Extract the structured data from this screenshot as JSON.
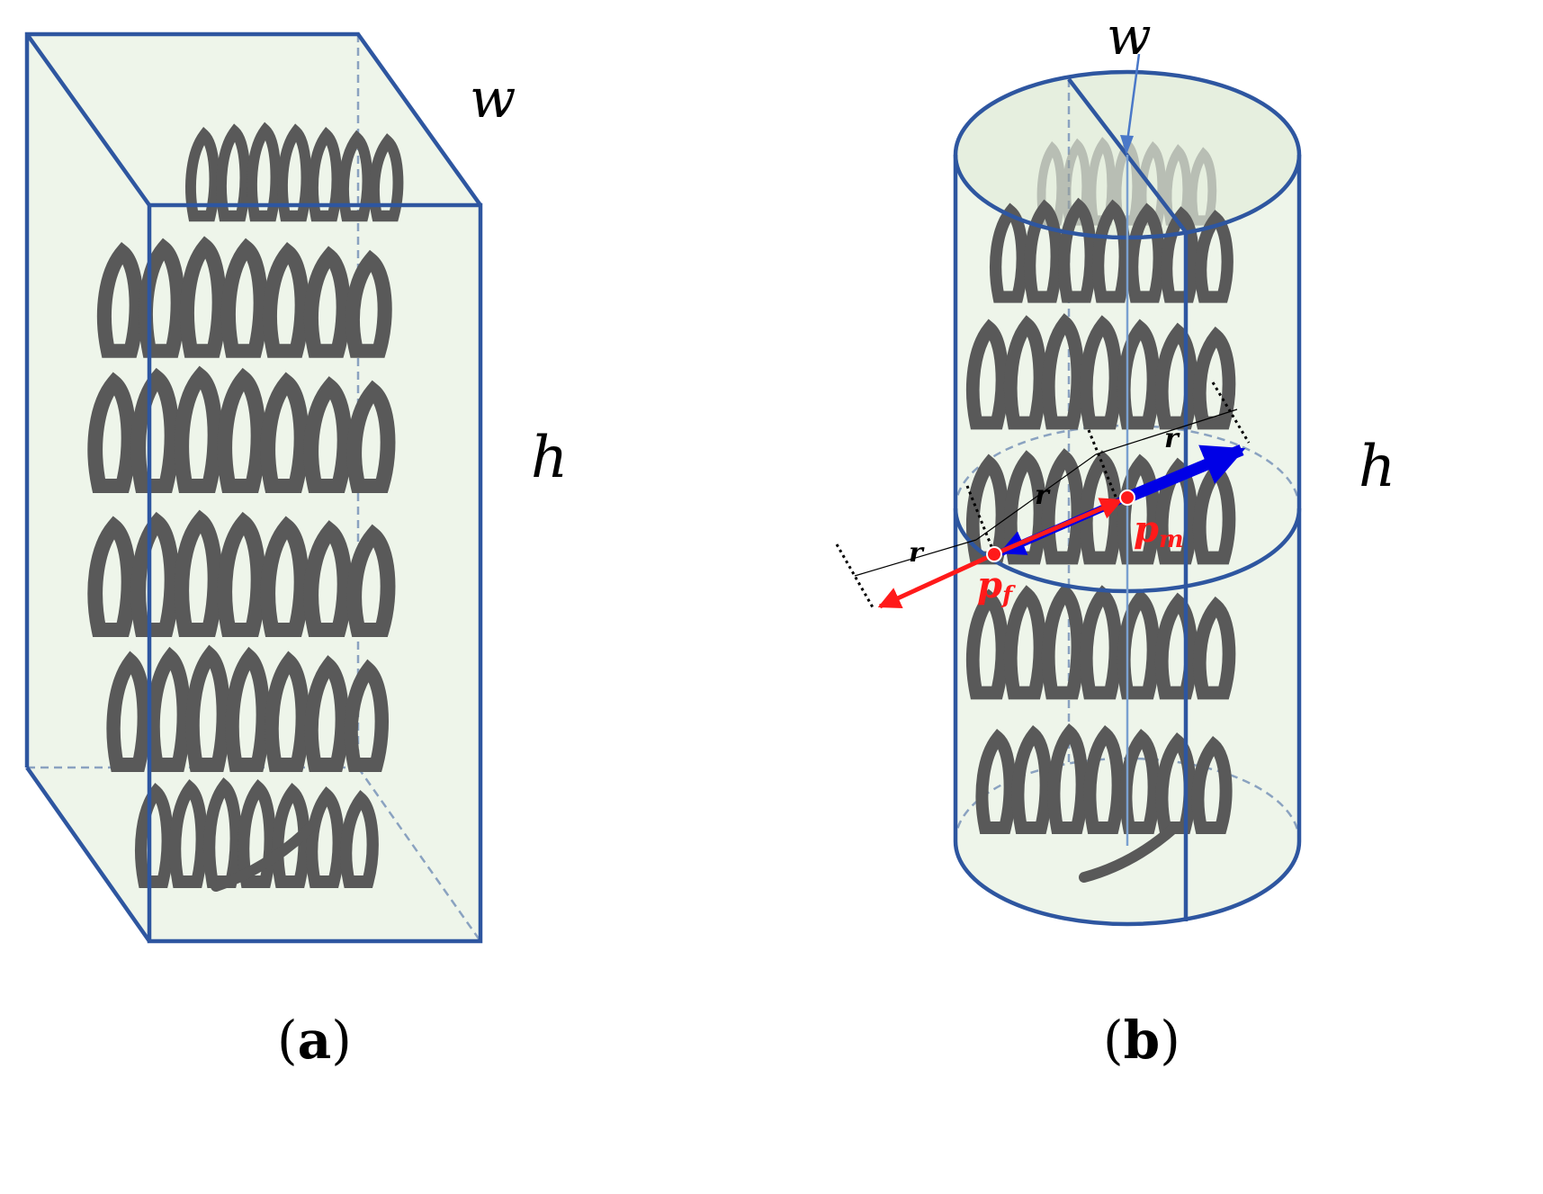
{
  "figure_a": {
    "width_label": "w",
    "height_label": "h",
    "caption_open": "(",
    "caption_letter": "a",
    "caption_close": ")"
  },
  "figure_b": {
    "width_label": "w",
    "height_label": "h",
    "radius_label": "r",
    "point_fruit_main": "p",
    "point_fruit_sub": "f",
    "point_mid_main": "p",
    "point_mid_sub": "m",
    "caption_open": "(",
    "caption_letter": "b",
    "caption_close": ")"
  },
  "colors": {
    "edge": "#2e56a0",
    "volume_fill": "#eef5ea",
    "red_arrow": "#ff1a1a",
    "blue_arrow": "#0000e6",
    "banana_outline": "#595959"
  }
}
